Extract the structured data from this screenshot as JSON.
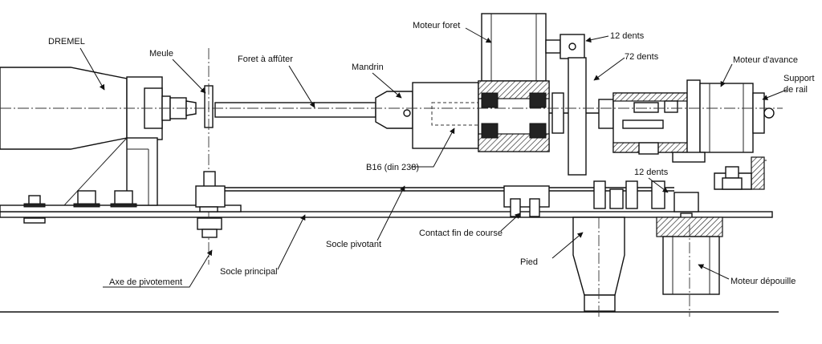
{
  "labels": {
    "dremel": "DREMEL",
    "meule": "Meule",
    "foret": "Foret à affûter",
    "mandrin": "Mandrin",
    "moteur_foret": "Moteur foret",
    "dents12_top": "12 dents",
    "dents72": "72 dents",
    "moteur_avance": "Moteur d'avance",
    "support_rail_1": "Support",
    "support_rail_2": "de rail",
    "b16": "B16 (din 238)",
    "dents12_bottom": "12 dents",
    "contact": "Contact fin de course",
    "socle_pivotant": "Socle pivotant",
    "pied": "Pied",
    "moteur_depouille": "Moteur dépouille",
    "socle_principal": "Socle principal",
    "axe_pivotement": "Axe de pivotement"
  }
}
